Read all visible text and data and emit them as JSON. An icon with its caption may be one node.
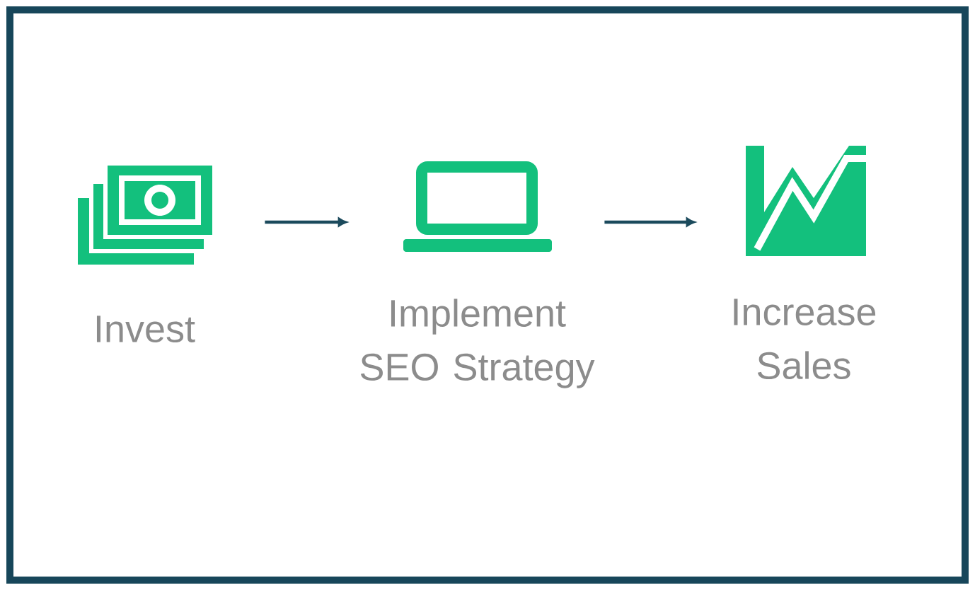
{
  "diagram": {
    "nodes": [
      {
        "text": [
          "Invest"
        ]
      },
      {
        "text": [
          "Implement SEO Strategy"
        ]
      },
      {
        "text": [
          "Increase Sales"
        ]
      }
    ],
    "edges": [
      {
        "from": 0,
        "to": 1,
        "arrow": "to"
      },
      {
        "from": 1,
        "to": 2,
        "arrow": "to"
      }
    ]
  }
}
